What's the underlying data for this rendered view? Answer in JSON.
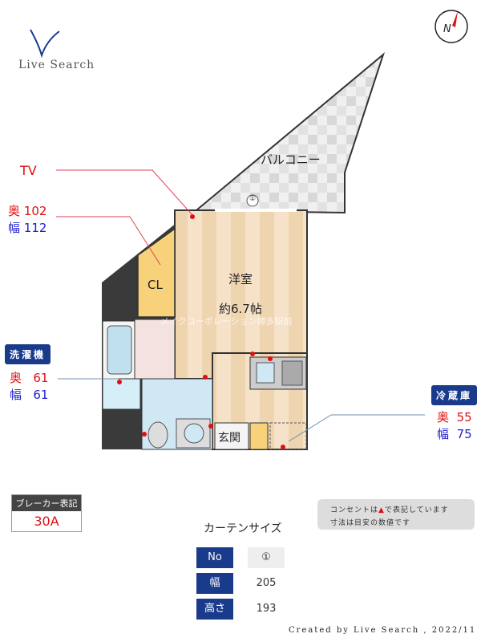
{
  "logo": {
    "text": "Live Search"
  },
  "compass": {
    "label": "N"
  },
  "rooms": {
    "balcony": "バルコニー",
    "western": "洋室",
    "western_size": "約6.7帖",
    "closet": "CL",
    "entrance": "玄関",
    "window_no": "①"
  },
  "watermark": "メイクコーポレーション博多駅前",
  "tv": {
    "label": "TV"
  },
  "cl_dims": {
    "depth_label": "奥",
    "depth": "102",
    "width_label": "幅",
    "width": "112"
  },
  "washer": {
    "title": "洗濯機",
    "depth_label": "奥",
    "depth": "61",
    "width_label": "幅",
    "width": "61"
  },
  "fridge": {
    "title": "冷蔵庫",
    "depth_label": "奥",
    "depth": "55",
    "width_label": "幅",
    "width": "75"
  },
  "breaker": {
    "title": "ブレーカー表記",
    "value": "30A"
  },
  "note": {
    "line1_a": "コンセントは",
    "line1_b": "で表記しています",
    "line2": "寸法は目安の数値です"
  },
  "curtain": {
    "title": "カーテンサイズ",
    "rows": [
      {
        "h": "No",
        "v": "①"
      },
      {
        "h": "幅",
        "v": "205"
      },
      {
        "h": "高さ",
        "v": "193"
      }
    ]
  },
  "footer": "Created by Live Search , 2022/11",
  "colors": {
    "accent": "#1a3a8c",
    "outlet": "#e01010"
  }
}
